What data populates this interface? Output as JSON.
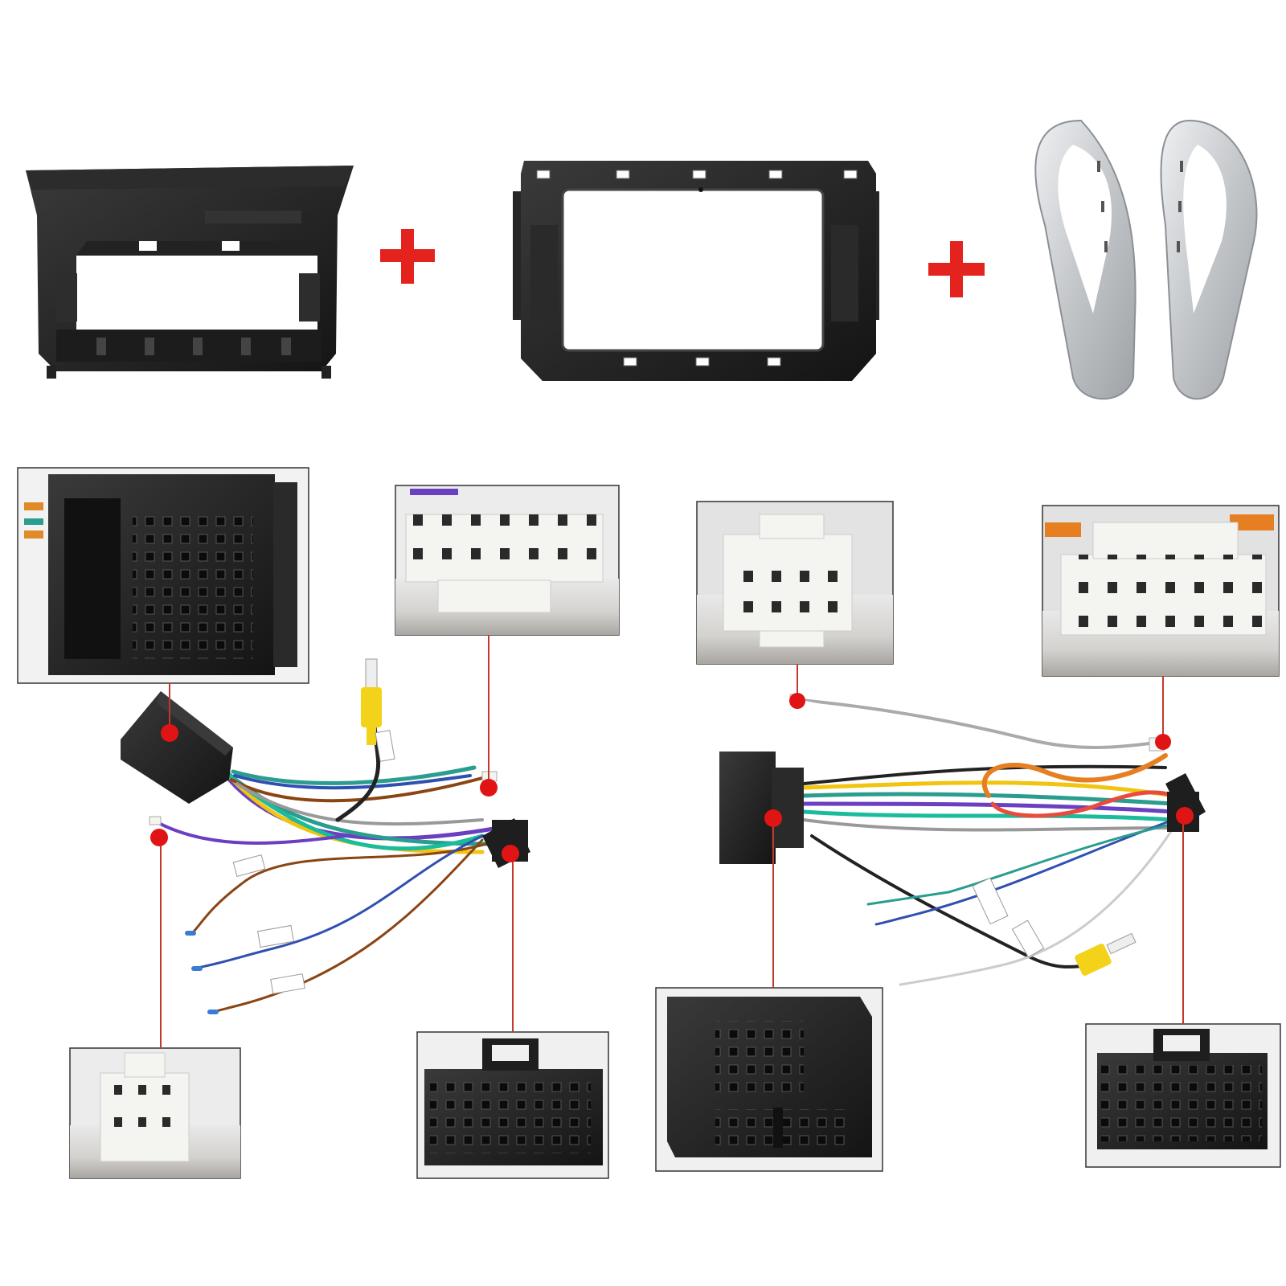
{
  "colors": {
    "background": "#ffffff",
    "plus": "#e4231f",
    "callout_dot": "#e01414",
    "callout_line": "#c0392b",
    "connector_black": "#1e1e1e",
    "connector_white": "#f4f4f0",
    "trim_silver": "#c9cbcd",
    "rca_yellow": "#f3d21a",
    "wire_colors": [
      "#6a3fc1",
      "#2a9d8f",
      "#f1c40f",
      "#e67e22",
      "#8b4513",
      "#3050b0",
      "#999999",
      "#222222",
      "#e74c3c",
      "#1abc9c",
      "#ffffff"
    ]
  },
  "items": [
    {
      "name": "dash-mounting-bracket",
      "kind": "black plastic mounting bracket"
    },
    {
      "name": "radio-fascia-frame",
      "kind": "black stereo fascia frame"
    },
    {
      "name": "silver-trim-pieces",
      "kind": "pair of silver side trim panels"
    }
  ],
  "icons": [
    "plus-icon",
    "plus-icon",
    "callout-dot-icon",
    "rca-plug-icon"
  ],
  "harnesses": [
    {
      "name": "harness-left",
      "callouts": 4
    },
    {
      "name": "harness-right",
      "callouts": 4
    }
  ]
}
